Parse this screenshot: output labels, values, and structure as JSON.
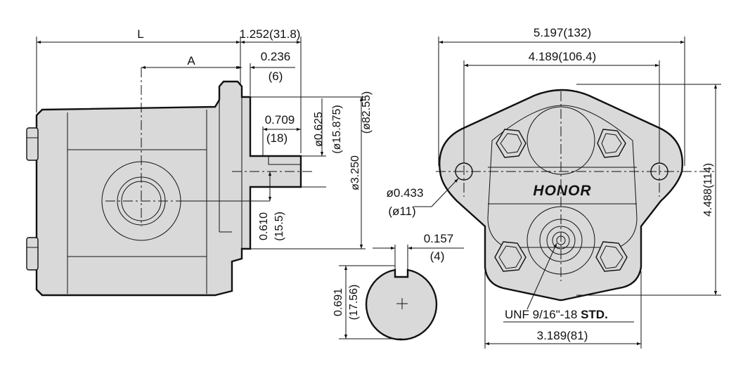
{
  "dimensions": {
    "side": {
      "overall_length": "L",
      "port_distance": "A",
      "flange_to_shaft_end": "1.252(31.8)",
      "pilot_length_in": "0.236",
      "pilot_length_mm": "(6)",
      "key_length_in": "0.709",
      "key_length_mm": "(18)",
      "shaft_dia_in": "ø0.625",
      "shaft_dia_mm": "(ø15.875)",
      "pilot_dia_in": "ø3.250",
      "pilot_dia_mm": "(ø82.55)",
      "shaft_offset_in": "0.610",
      "shaft_offset_mm": "(15.5)"
    },
    "shaft_section": {
      "key_width_in": "0.157",
      "key_width_mm": "(4)",
      "key_height_in": "0.691",
      "key_height_mm": "(17.56)"
    },
    "front": {
      "overall_width": "5.197(132)",
      "bolt_spacing": "4.189(106.4)",
      "mount_hole_in": "ø0.433",
      "mount_hole_mm": "(ø11)",
      "overall_height": "4.488(114)",
      "body_width": "3.189(81)",
      "port_thread_prefix": "UNF 9/16\"-18 ",
      "port_thread_std": "STD."
    }
  },
  "brand": "HONOR",
  "colors": {
    "line": "#111111",
    "body_fill": "#d9d9d9",
    "background": "#ffffff"
  }
}
